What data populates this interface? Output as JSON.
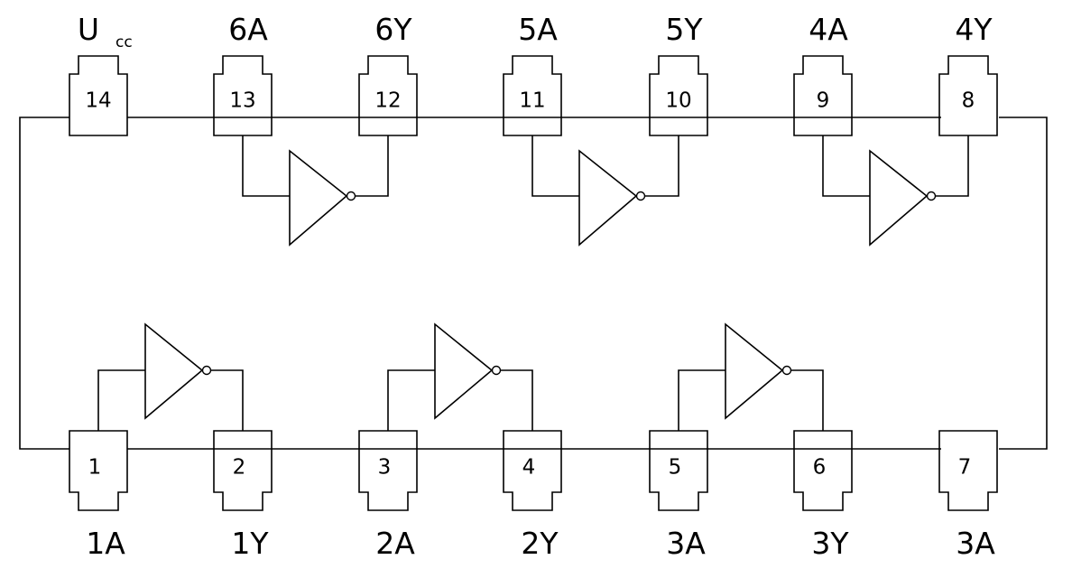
{
  "top_pins": [
    {
      "number": "14",
      "label": "U",
      "sub": "cc"
    },
    {
      "number": "13",
      "label": "6A"
    },
    {
      "number": "12",
      "label": "6Y"
    },
    {
      "number": "11",
      "label": "5A"
    },
    {
      "number": "10",
      "label": "5Y"
    },
    {
      "number": "9",
      "label": "4A"
    },
    {
      "number": "8",
      "label": "4Y"
    }
  ],
  "bottom_pins": [
    {
      "number": "1",
      "label": "1A"
    },
    {
      "number": "2",
      "label": "1Y"
    },
    {
      "number": "3",
      "label": "2A"
    },
    {
      "number": "4",
      "label": "2Y"
    },
    {
      "number": "5",
      "label": "3A"
    },
    {
      "number": "6",
      "label": "3Y"
    },
    {
      "number": "7",
      "label": "3A"
    }
  ],
  "gates": [
    {
      "input_pin": "13",
      "output_pin": "12"
    },
    {
      "input_pin": "11",
      "output_pin": "10"
    },
    {
      "input_pin": "9",
      "output_pin": "8"
    },
    {
      "input_pin": "1",
      "output_pin": "2"
    },
    {
      "input_pin": "3",
      "output_pin": "4"
    },
    {
      "input_pin": "5",
      "output_pin": "6"
    }
  ]
}
